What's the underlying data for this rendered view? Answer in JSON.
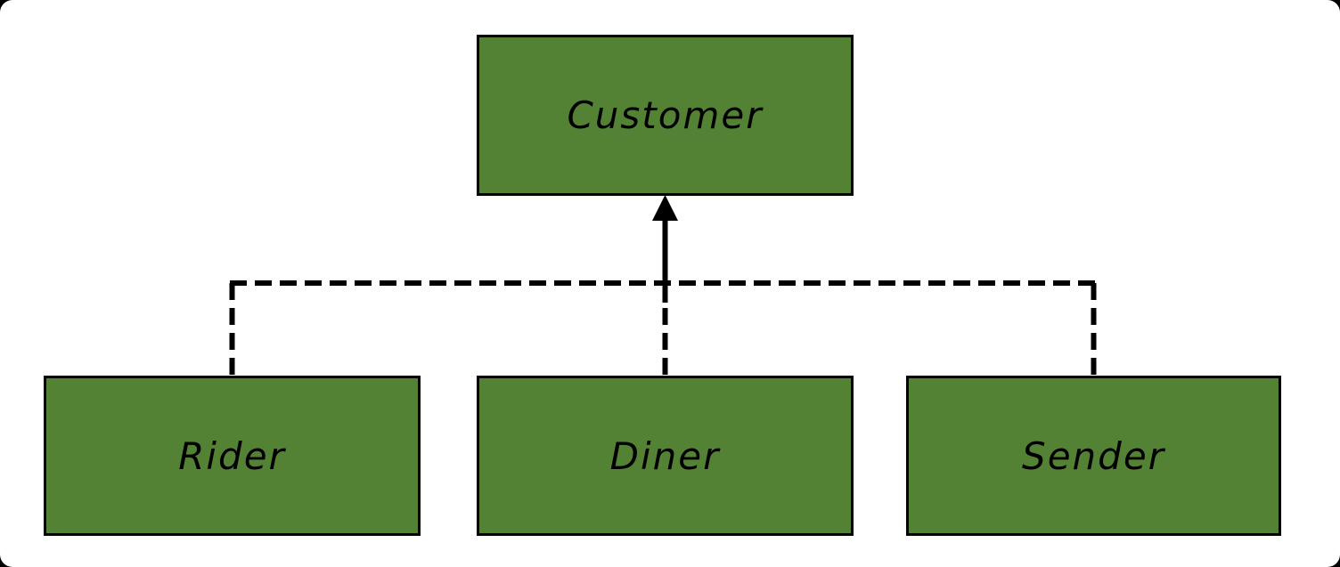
{
  "diagram": {
    "type": "hierarchy",
    "nodes": [
      {
        "id": "customer",
        "label": "Customer",
        "role": "parent"
      },
      {
        "id": "rider",
        "label": "Rider",
        "role": "child"
      },
      {
        "id": "diner",
        "label": "Diner",
        "role": "child"
      },
      {
        "id": "sender",
        "label": "Sender",
        "role": "child"
      }
    ],
    "edges": [
      {
        "from": "rider",
        "to": "customer",
        "line_style": "dashed",
        "arrowhead": "none"
      },
      {
        "from": "diner",
        "to": "customer",
        "line_style": "dashed",
        "arrowhead": "filled-triangle-up"
      },
      {
        "from": "sender",
        "to": "customer",
        "line_style": "dashed",
        "arrowhead": "none"
      }
    ],
    "colors": {
      "node_fill": "#548235",
      "node_border": "#000000",
      "connector": "#000000",
      "label_text": "#000000",
      "canvas_background": "#ffffff",
      "outside_corners": "#000000"
    }
  }
}
